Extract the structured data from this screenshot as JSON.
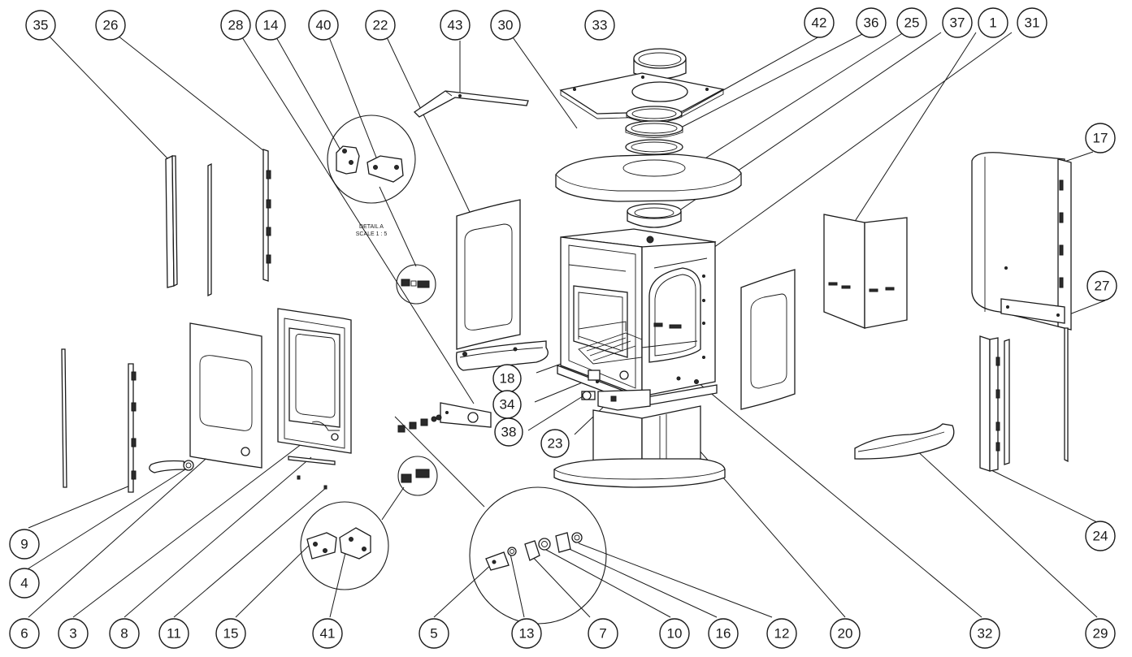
{
  "diagram": {
    "detail_caption_line1": "DETAIL A",
    "detail_caption_line2": "SCALE 1 : 5",
    "callouts": [
      {
        "label": "35"
      },
      {
        "label": "26"
      },
      {
        "label": "28"
      },
      {
        "label": "14"
      },
      {
        "label": "40"
      },
      {
        "label": "22"
      },
      {
        "label": "43"
      },
      {
        "label": "30"
      },
      {
        "label": "33"
      },
      {
        "label": "42"
      },
      {
        "label": "36"
      },
      {
        "label": "25"
      },
      {
        "label": "37"
      },
      {
        "label": "1"
      },
      {
        "label": "31"
      },
      {
        "label": "17"
      },
      {
        "label": "27"
      },
      {
        "label": "18"
      },
      {
        "label": "34"
      },
      {
        "label": "38"
      },
      {
        "label": "23"
      },
      {
        "label": "24"
      },
      {
        "label": "9"
      },
      {
        "label": "4"
      },
      {
        "label": "6"
      },
      {
        "label": "3"
      },
      {
        "label": "8"
      },
      {
        "label": "11"
      },
      {
        "label": "15"
      },
      {
        "label": "41"
      },
      {
        "label": "5"
      },
      {
        "label": "13"
      },
      {
        "label": "7"
      },
      {
        "label": "10"
      },
      {
        "label": "16"
      },
      {
        "label": "12"
      },
      {
        "label": "20"
      },
      {
        "label": "32"
      },
      {
        "label": "29"
      }
    ]
  }
}
